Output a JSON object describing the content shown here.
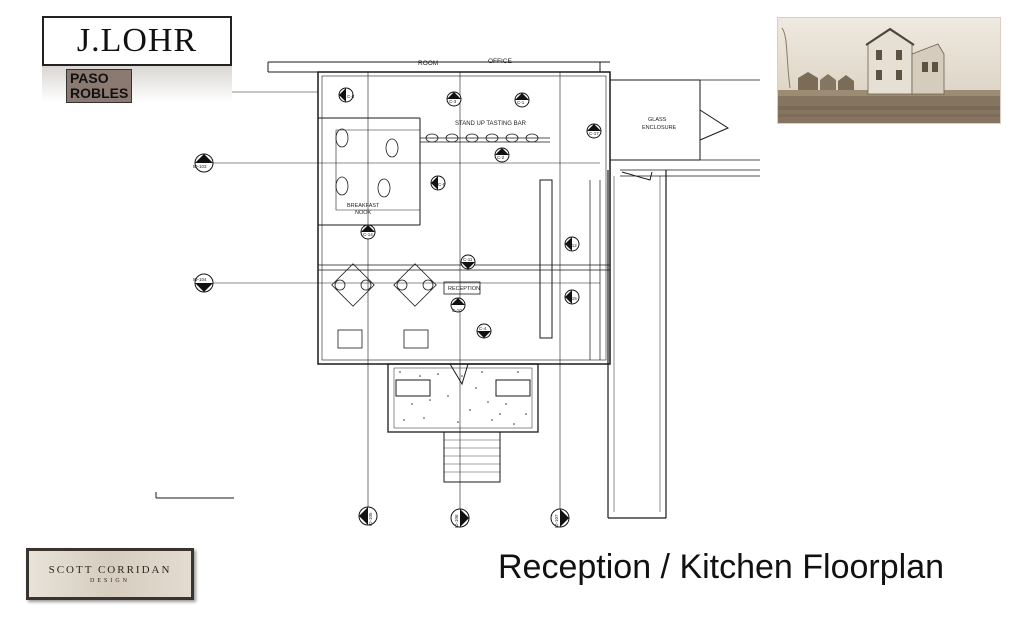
{
  "header": {
    "brand_name": "J.LOHR",
    "brand_sub_1": "PASO",
    "brand_sub_2": "ROBLES"
  },
  "footer": {
    "designer_name": "SCOTT CORRIDAN",
    "designer_tag": "DESIGN"
  },
  "slide_title": "Reception / Kitchen Floorplan",
  "plan": {
    "room_labels": {
      "room": "ROOM",
      "office": "OFFICE",
      "tasting_bar": "STAND UP TASTING BAR",
      "glass_1": "GLASS",
      "glass_2": "ENCLOSURE",
      "nook_1": "BREAKFAST",
      "nook_2": "NOOK",
      "reception": "RECEPTION"
    },
    "elevation_markers": [
      "ID-102",
      "ID-103",
      "ID-104",
      "ID-105",
      "ID-106",
      "ID-107"
    ],
    "camera_tags": [
      "C-1",
      "C-2",
      "C-3",
      "C-4",
      "C-8",
      "C-9",
      "C-10",
      "C-11",
      "C-12",
      "C-14",
      "C-15",
      "C-17"
    ]
  },
  "colors": {
    "ink": "#1a1a1a",
    "photo_sepia": "#b9ab92"
  }
}
